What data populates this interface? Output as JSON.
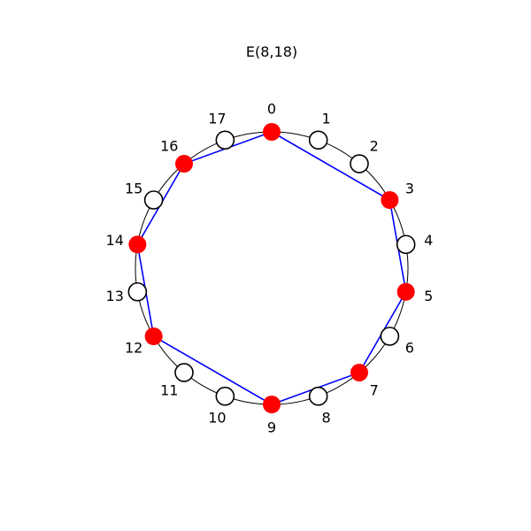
{
  "title": "E(8,18)",
  "diagram": {
    "type": "euclidean-rhythm-necklace",
    "pulses": 8,
    "steps": 18,
    "onsets": [
      0,
      3,
      5,
      7,
      9,
      12,
      14,
      16
    ],
    "node_labels": [
      "0",
      "1",
      "2",
      "3",
      "4",
      "5",
      "6",
      "7",
      "8",
      "9",
      "10",
      "11",
      "12",
      "13",
      "14",
      "15",
      "16",
      "17"
    ],
    "colors": {
      "onset_fill": "#ff0000",
      "rest_fill": "#ffffff",
      "polygon": "#0000ff",
      "circle": "#000000",
      "text": "#000000"
    }
  }
}
